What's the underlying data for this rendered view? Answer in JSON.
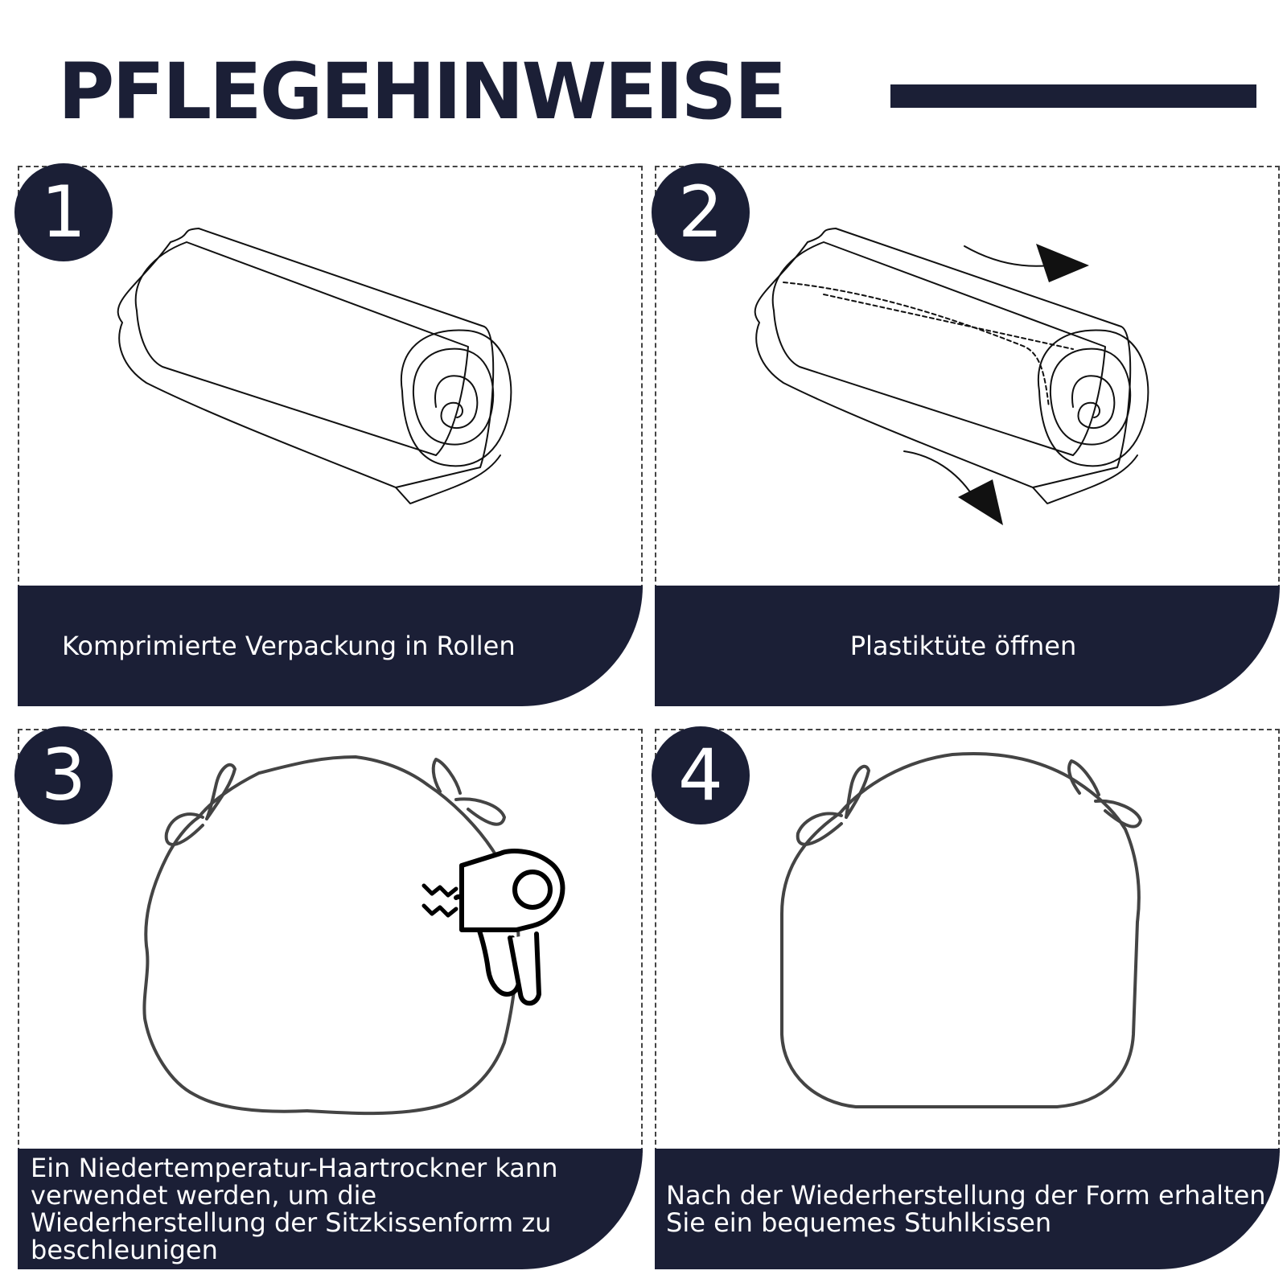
{
  "header": {
    "title": "PFLEGEHINWEISE",
    "accent_color": "#1b1f36"
  },
  "steps": [
    {
      "number": "1",
      "caption": "Komprimierte Verpackung in Rollen",
      "illustration": "rolled-cushion"
    },
    {
      "number": "2",
      "caption": "Plastiktüte öffnen",
      "illustration": "rolled-cushion-opening"
    },
    {
      "number": "3",
      "caption": "Ein Niedertemperatur-Haartrockner kann verwendet werden, um die Wiederherstellung der Sitzkissenform zu beschleunigen",
      "illustration": "cushion-with-hair-dryer-icon"
    },
    {
      "number": "4",
      "caption": "Nach der Wiederherstellung der Form erhalten Sie ein bequemes Stuhlkissen",
      "illustration": "restored-cushion"
    }
  ]
}
